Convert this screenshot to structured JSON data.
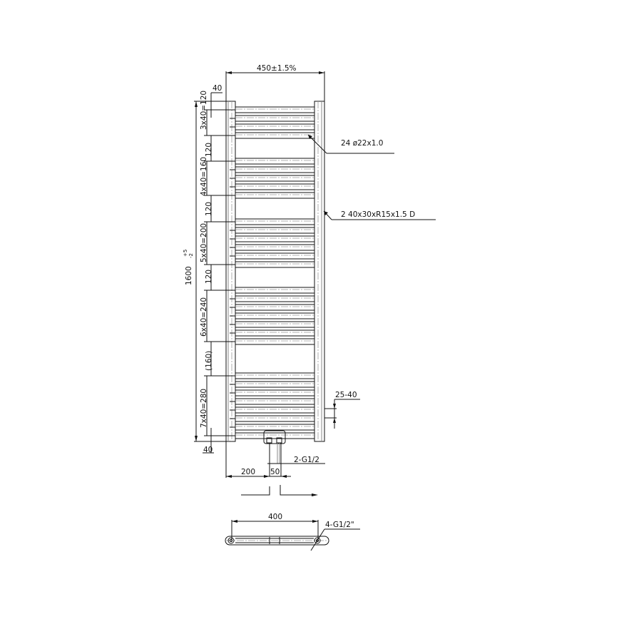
{
  "drawing": {
    "title": "Towel radiator technical drawing",
    "overall_width": "450±1.5%",
    "overall_height": "1600",
    "overall_height_tol_upper": "+5",
    "overall_height_tol_lower": "-2",
    "top_offset": "40",
    "bottom_offset": "40",
    "bar_callout": "24 ø22x1.0",
    "rail_callout": "2  40x30xR15x1.5  D",
    "wall_gap": "25-40",
    "connection_callout": "2-G1/2",
    "dim_offset_left": "200",
    "dim_connection_spacing": "50",
    "plan_width": "400",
    "plan_connection_callout": "4-G1/2\"",
    "groups": [
      {
        "label": "3x40=120",
        "bars": 4
      },
      {
        "label": "120",
        "gap": true
      },
      {
        "label": "4x40=160",
        "bars": 5
      },
      {
        "label": "120",
        "gap": true
      },
      {
        "label": "5x40=200",
        "bars": 6
      },
      {
        "label": "120",
        "gap": true
      },
      {
        "label": "6x40=240",
        "bars": 7
      },
      {
        "label": "(160)",
        "gap": true
      },
      {
        "label": "7x40=280",
        "bars": 8
      }
    ]
  }
}
